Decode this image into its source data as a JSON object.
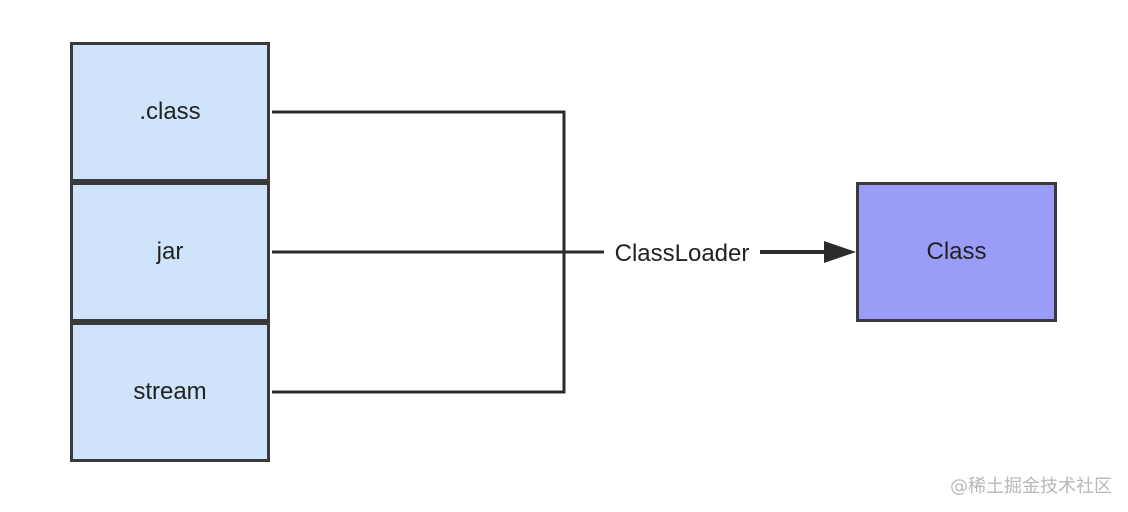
{
  "diagram": {
    "sources": [
      {
        "label": ".class"
      },
      {
        "label": "jar"
      },
      {
        "label": "stream"
      }
    ],
    "edge_label": "ClassLoader",
    "target": {
      "label": "Class"
    }
  },
  "colors": {
    "source_fill": "#cfe3fa",
    "target_fill": "#9b9cf8",
    "stroke": "#3a3a3a"
  },
  "watermark": "@稀土掘金技术社区"
}
